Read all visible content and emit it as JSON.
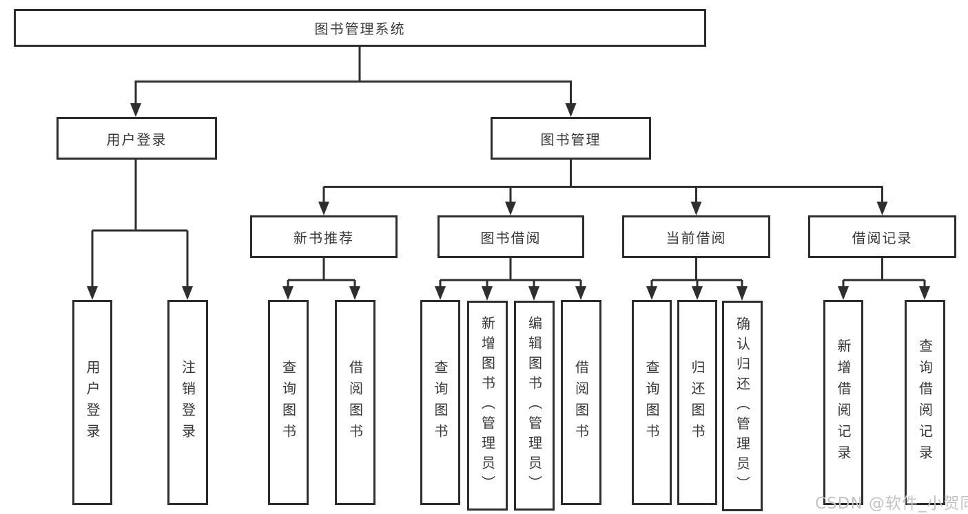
{
  "tree": {
    "root": "图书管理系统",
    "branches": {
      "user_login": {
        "label": "用户登录",
        "children": [
          "用户登录",
          "注销登录"
        ]
      },
      "book_management": {
        "label": "图书管理",
        "children": {
          "new_books": {
            "label": "新书推荐",
            "children": [
              "查询图书",
              "借阅图书"
            ]
          },
          "book_borrow": {
            "label": "图书借阅",
            "children": [
              "查询图书",
              "新增图书（管理员）",
              "编辑图书（管理员）",
              "借阅图书"
            ]
          },
          "current_borrow": {
            "label": "当前借阅",
            "children": [
              "查询图书",
              "归还图书",
              "确认归还（管理员）"
            ]
          },
          "borrow_records": {
            "label": "借阅记录",
            "children": [
              "新增借阅记录",
              "查询借阅记录"
            ]
          }
        }
      }
    }
  },
  "watermark": "CSDN @软件_小贺同学",
  "colors": {
    "line": "#2e2e2e",
    "box_border": "#2d2d2d",
    "text": "#383838",
    "background": "#ffffff",
    "watermark": "#c3c3c3"
  }
}
